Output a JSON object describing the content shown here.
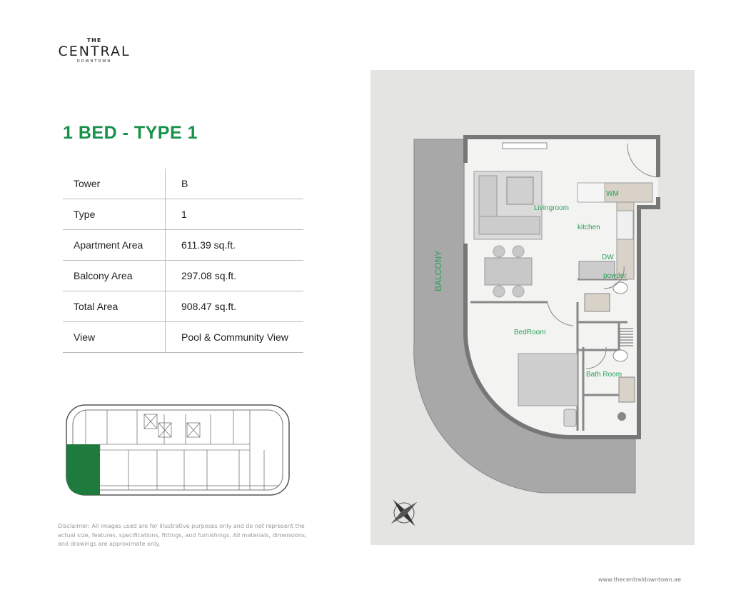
{
  "logo": {
    "line1": "THE",
    "line2": "CENTRAL",
    "line3": "DOWNTOWN"
  },
  "title": "1 BED  - TYPE 1",
  "specs": [
    {
      "label": "Tower",
      "value": "B"
    },
    {
      "label": "Type",
      "value": "1"
    },
    {
      "label": "Apartment Area",
      "value": "611.39 sq.ft."
    },
    {
      "label": "Balcony Area",
      "value": "297.08 sq.ft."
    },
    {
      "label": "Total Area",
      "value": "908.47 sq.ft."
    },
    {
      "label": "View",
      "value": "Pool & Community View"
    }
  ],
  "plan_labels": {
    "balcony": "BALCONY",
    "living": "Livingroom",
    "kitchen": "kitchen",
    "wm": "WM",
    "dw": "DW",
    "powder": "powder",
    "bedroom": "BedRoom",
    "bath": "Bath Room"
  },
  "keyplan": {
    "highlight_color": "#1f7a3d"
  },
  "disclaimer": "Disclaimer: All images used are for illustrative purposes only and do not represent the actual size, features, specifications, fittings, and furnishings. All materials, dimensions, and drawings are approximate only.",
  "website": "www.thecentraldowntown.ae",
  "colors": {
    "accent": "#17924a",
    "label": "#2aa05a"
  }
}
